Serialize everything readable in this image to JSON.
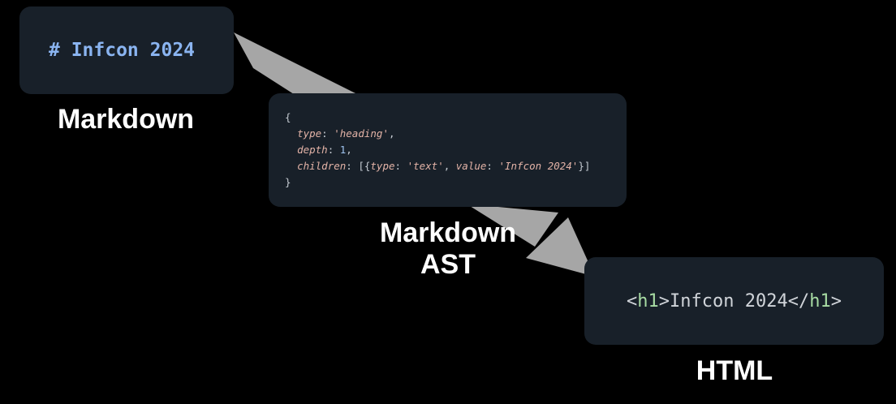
{
  "markdown": {
    "code": "# Infcon 2024",
    "caption": "Markdown"
  },
  "ast": {
    "open_brace": "{",
    "type_key": "type",
    "type_value": "'heading'",
    "depth_key": "depth",
    "depth_value": "1",
    "children_key": "children",
    "child_type_key": "type",
    "child_type_value": "'text'",
    "child_value_key": "value",
    "child_value_value": "'Infcon 2024'",
    "close_brace": "}",
    "caption_line1": "Markdown",
    "caption_line2": "AST"
  },
  "html": {
    "open_tag_name": "h1",
    "text": "Infcon 2024",
    "close_tag_name": "h1",
    "caption": "HTML"
  },
  "colors": {
    "background": "#000000",
    "card": "#182029",
    "arrow": "#a6a6a6",
    "markdown_code": "#8ab4f0",
    "ast_string": "#e3b3a7",
    "ast_number": "#9fc3f0",
    "html_tag": "#a7dba3"
  }
}
